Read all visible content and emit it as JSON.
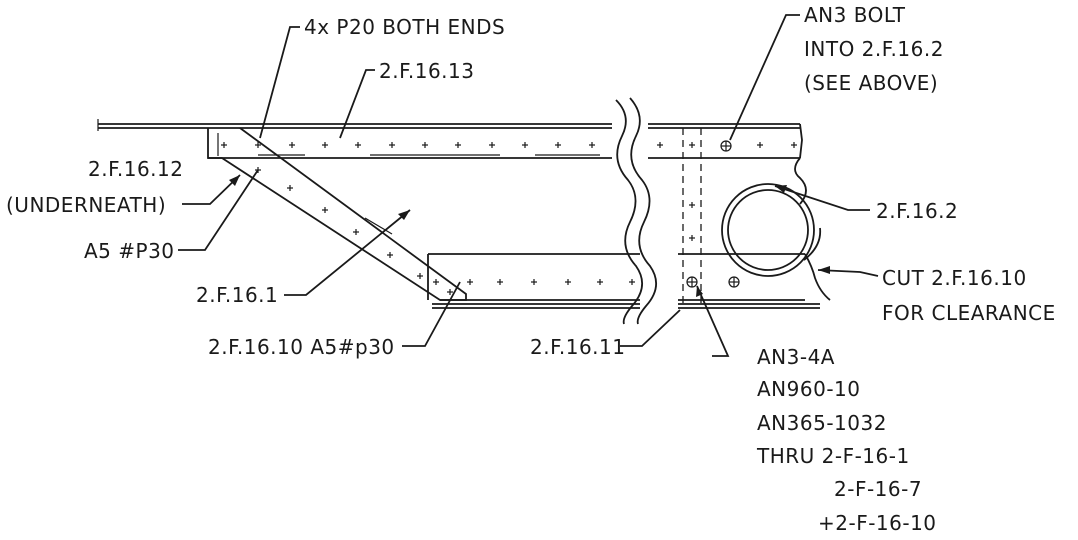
{
  "labels": {
    "p20_both_ends": "4x P20 BOTH ENDS",
    "part_2f16_13": "2.F.16.13",
    "an3_bolt_1": "AN3 BOLT",
    "an3_bolt_2": "INTO 2.F.16.2",
    "an3_bolt_3": "(SEE ABOVE)",
    "part_2f16_12": "2.F.16.12",
    "underneath": "(UNDERNEATH)",
    "a5_p30": "A5 #P30",
    "part_2f16_2": "2.F.16.2",
    "cut_1": "CUT 2.F.16.10",
    "cut_2": "FOR CLEARANCE",
    "part_2f16_1": "2.F.16.1",
    "part_2f16_10": "2.F.16.10 A5#p30",
    "part_2f16_11": "2.F.16.11",
    "hw_1": "AN3-4A",
    "hw_2": "AN960-10",
    "hw_3": "AN365-1032",
    "hw_4": "THRU 2-F-16-1",
    "hw_5": "2-F-16-7",
    "hw_6": "+2-F-16-10"
  }
}
